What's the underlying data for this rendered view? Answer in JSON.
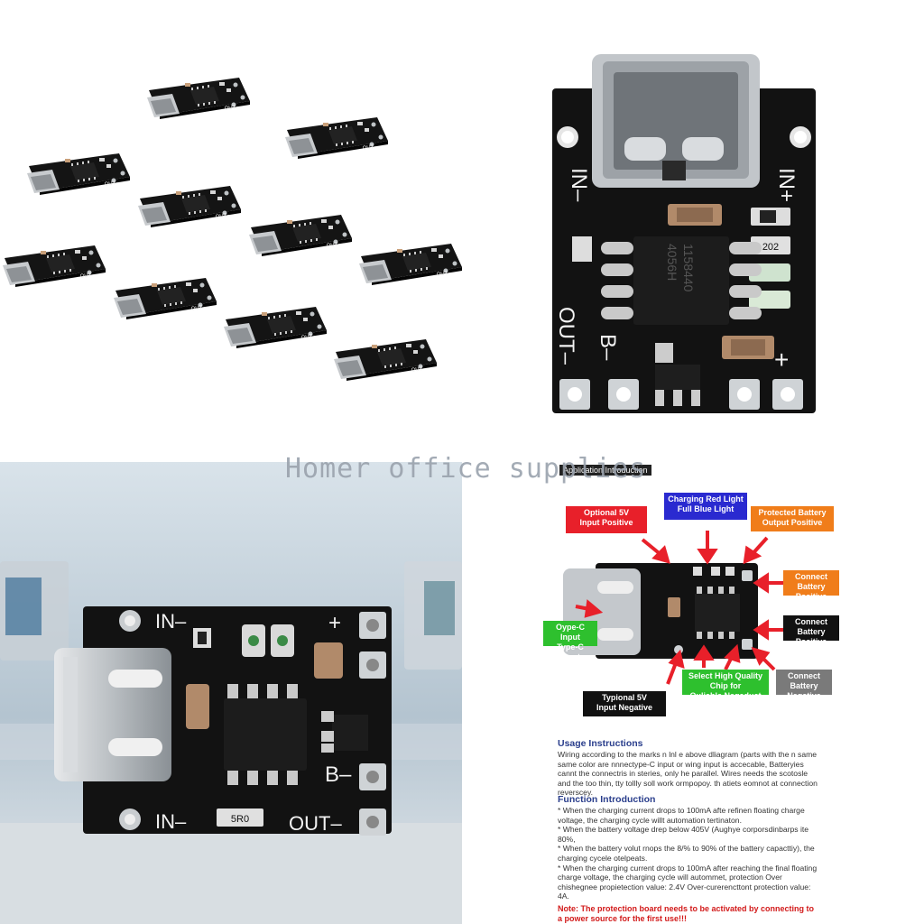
{
  "watermark": "Homer office supplies",
  "board_labels": {
    "in_minus": "IN–",
    "in_plus": "IN+",
    "out_minus": "OUT–",
    "b_minus": "B–",
    "b_plus": "+",
    "chip_top": "4056H",
    "chip_bottom": "1158440",
    "resistor_1": "202",
    "resistor_2": "5R0",
    "cap_label": "0"
  },
  "infographic": {
    "title": "Application Introduction",
    "callouts": {
      "optional_5v": "Optional 5V\nInput Positive",
      "charging_light": "Charging Red Light\nFull Blue Light",
      "protected_battery": "Protected Battery\nOutput Positive",
      "connect_battery_pos_1": "Connect Battery\nPositive",
      "connect_battery_pos_2": "Connect Battery\nPositive",
      "typec_input": "Oype-C Input\nType-C input",
      "chip": "Select High Quality Chip for\nOuliable Negaduct",
      "connect_battery_neg": "Connect Battery\nNegative",
      "typical_5v": "Typional 5V\nInput Negative"
    },
    "usage": {
      "heading": "Usage Instructions",
      "body": "Wiring according to the marks n lnl e above dliagram (parts with the n same same color are nnnectype-C input or wing input is accecable, Batteryies cannt the connectris in steries, only he parallel. Wires needs the scotosle and the too thin, tty tollly soll work ormpopoy. th atiets eomnot at connection reverscey."
    },
    "function": {
      "heading": "Function Introduction",
      "items": [
        "* When the charging current drops to 100mA afte refinen floating charge voltage, the charging cycle willt automation tertinaton.",
        "* When the battery voltage drep below 405V (Aughye corporsdinbarps ite 80%,",
        "* When the battery volut rnops the 8/% to 90% of the battery capacttiy), the charging cycele otelpeats.",
        "* When the charging current drops to 100mA after reaching the final floating charge voltage, the charging cycle will autommet, protection Over chishegnee propietection value: 2.4V Over-curerencttont protection value: 4A."
      ]
    },
    "note": "Note: The protection board needs to be activated by connecting to a power source for the first use!!!"
  },
  "colors": {
    "pcb": "#121212",
    "silkscreen": "#f2f2f2",
    "pad": "#cfd3d6",
    "callout_red": "#e8202a",
    "callout_orange": "#f07d1a",
    "callout_blue": "#2a2ad0",
    "callout_green": "#2ec02e",
    "heading_blue": "#2a3e8c",
    "note_red": "#d21a1a"
  },
  "icons": [
    "usb-c-connector-icon",
    "pcb-board-icon",
    "red-arrow-icon"
  ]
}
